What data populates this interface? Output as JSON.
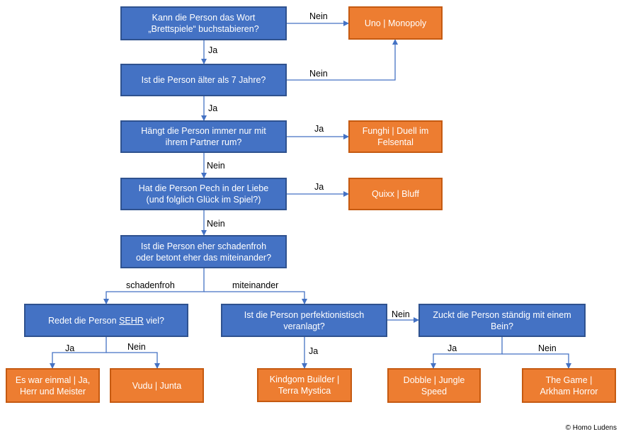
{
  "questions": {
    "q1": "Kann die Person das Wort\n„Brettspiele“ buchstabieren?",
    "q2": "Ist die Person älter als 7 Jahre?",
    "q3": "Hängt die Person immer nur mit\nihrem Partner rum?",
    "q4": "Hat die Person Pech in der Liebe\n(und folglich Glück im Spiel?)",
    "q5": "Ist die Person eher schadenfroh\noder betont eher das miteinander?",
    "q6_pre": "Redet die Person ",
    "q6_em": "SEHR",
    "q6_post": " viel?",
    "q7": "Ist die Person perfektionistisch\nveranlagt?",
    "q8": "Zuckt die Person ständig mit einem\nBein?"
  },
  "answers": {
    "a1": "Uno | Monopoly",
    "a2": "Funghi | Duell im\nFelsental",
    "a3": "Quixx | Bluff",
    "a4": "Es war einmal | Ja,\nHerr und Meister",
    "a5": "Vudu | Junta",
    "a6": "Kindgom Builder |\nTerra Mystica",
    "a7": "Dobble | Jungle\nSpeed",
    "a8": "The Game |\nArkham Horror"
  },
  "edge_labels": {
    "q1_no": "Nein",
    "q1_yes": "Ja",
    "q2_no": "Nein",
    "q2_yes": "Ja",
    "q3_yes": "Ja",
    "q3_no": "Nein",
    "q4_yes": "Ja",
    "q4_no": "Nein",
    "q5_left": "schadenfroh",
    "q5_right": "miteinander",
    "q6_yes": "Ja",
    "q6_no": "Nein",
    "q7_no": "Nein",
    "q7_yes": "Ja",
    "q8_yes": "Ja",
    "q8_no": "Nein"
  },
  "credit": "© Homo Ludens",
  "colors": {
    "question_fill": "#4472c4",
    "question_border": "#2f528f",
    "answer_fill": "#ed7d31",
    "answer_border": "#c55a11",
    "connector": "#4472c4"
  }
}
